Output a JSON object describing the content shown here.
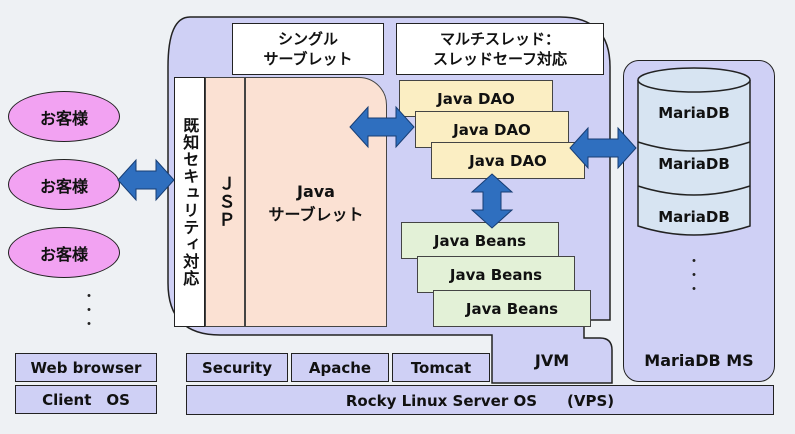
{
  "customers": [
    "お客様",
    "お客様",
    "お客様"
  ],
  "client": {
    "browser": "Web browser",
    "os": "Client　OS"
  },
  "server": {
    "single_servlet": "シングル\nサーブレット",
    "multithread": "マルチスレッド：\nスレッドセーフ対応",
    "security_panel": "既知セキュリティ対応",
    "jsp": "ＪＳＰ",
    "servlet": "Java\nサーブレット",
    "daos": [
      "Java DAO",
      "Java DAO",
      "Java DAO"
    ],
    "beans": [
      "Java Beans",
      "Java Beans",
      "Java Beans"
    ],
    "jvm": "JVM"
  },
  "db": {
    "instances": [
      "MariaDB",
      "MariaDB",
      "MariaDB"
    ],
    "ms": "MariaDB MS"
  },
  "layers": {
    "security": "Security",
    "apache": "Apache",
    "tomcat": "Tomcat",
    "os": "Rocky Linux Server OS　　(VPS)"
  },
  "colors": {
    "lavender": "#cfd0f5",
    "customer": "#f2a2f2",
    "arrow": "#2f6fbf",
    "servlet": "#fbe1d3",
    "dao": "#fbeec3",
    "beans": "#e3f1d7",
    "db": "#d7e4f2"
  }
}
